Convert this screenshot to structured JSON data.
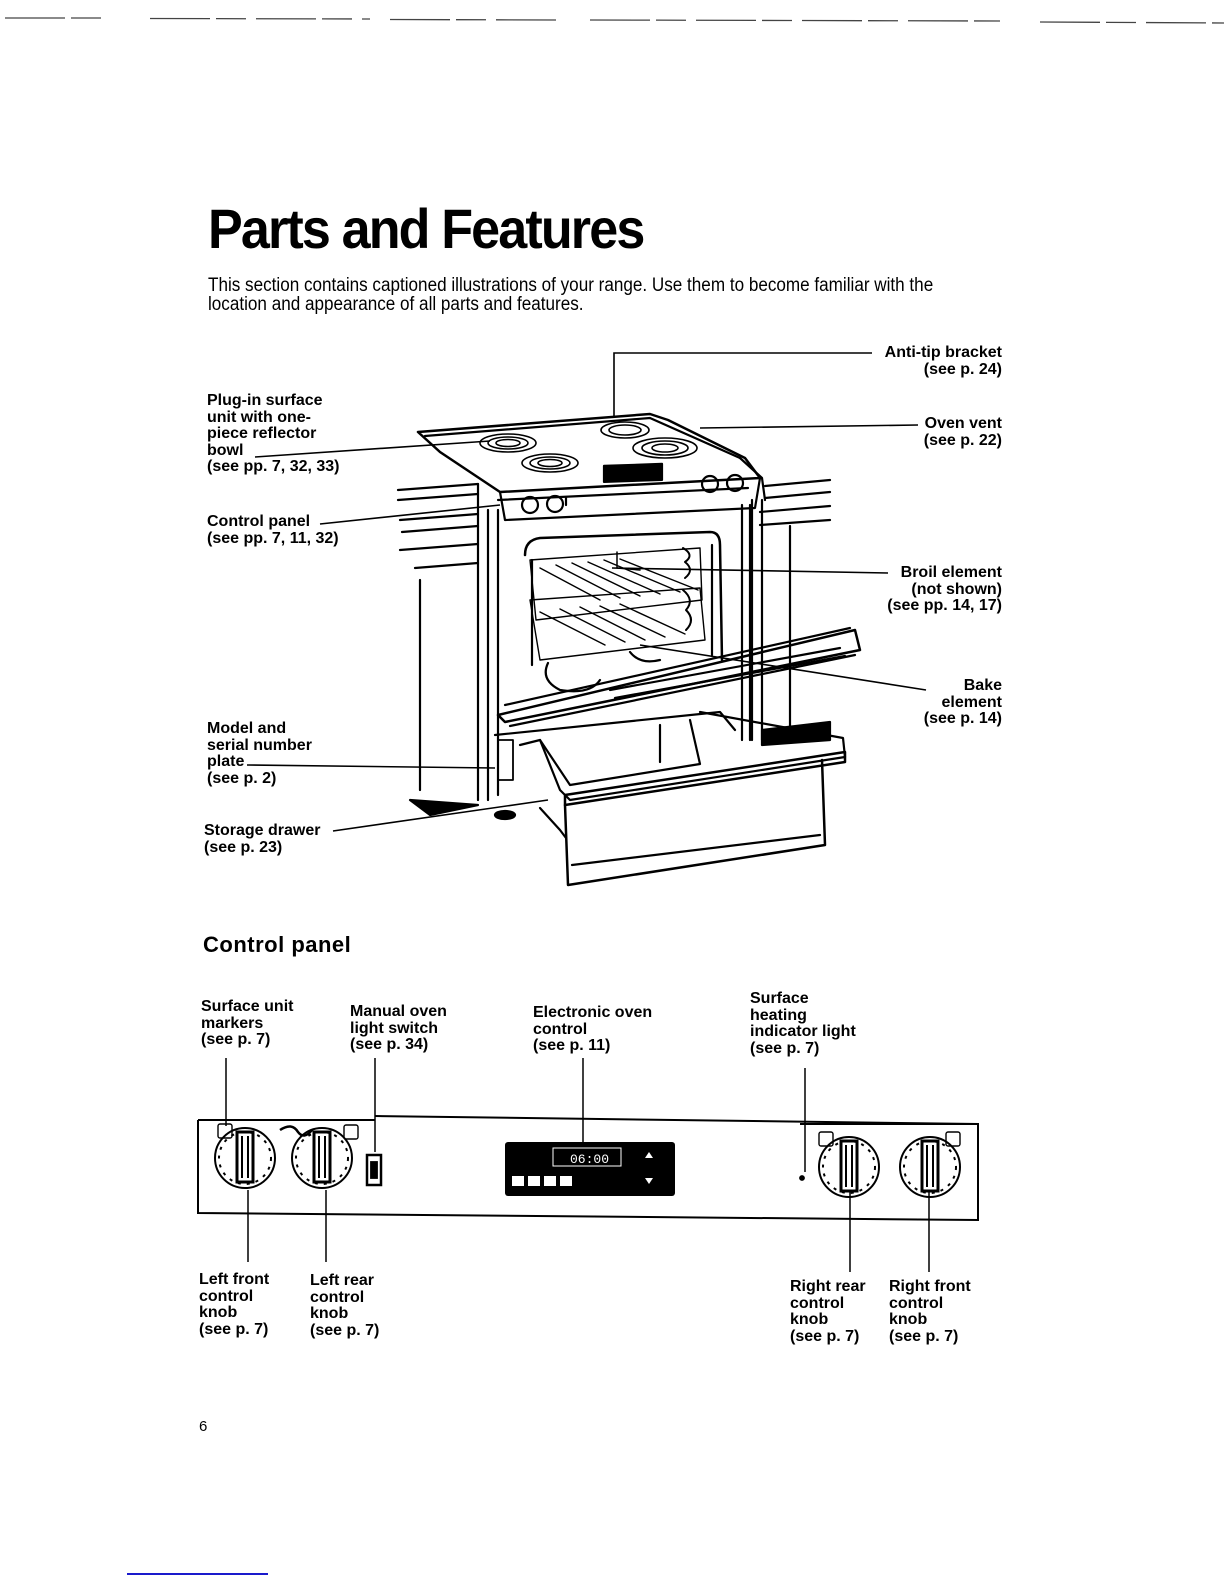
{
  "page": {
    "title": "Parts and Features",
    "intro": "This section contains captioned illustrations of your range. Use them to become familiar with the location and appearance of all parts and features.",
    "page_number": "6"
  },
  "range_illustration": {
    "callouts": [
      {
        "id": "plug-in-surface-unit",
        "lines": [
          "Plug-in surface",
          "unit with one-",
          "piece reflector",
          "bowl"
        ],
        "ref": "(see pp. 7, 32, 33)",
        "side": "left"
      },
      {
        "id": "control-panel",
        "lines": [
          "Control panel"
        ],
        "ref": "(see pp. 7, 11, 32)",
        "side": "left"
      },
      {
        "id": "model-serial-plate",
        "lines": [
          "Model and",
          "serial number",
          "plate"
        ],
        "ref": "(see p. 2)",
        "side": "left"
      },
      {
        "id": "storage-drawer",
        "lines": [
          "Storage drawer"
        ],
        "ref": "(see p. 23)",
        "side": "left"
      },
      {
        "id": "anti-tip-bracket",
        "lines": [
          "Anti-tip bracket"
        ],
        "ref": "(see p. 24)",
        "side": "right"
      },
      {
        "id": "oven-vent",
        "lines": [
          "Oven vent"
        ],
        "ref": "(see p. 22)",
        "side": "right"
      },
      {
        "id": "broil-element",
        "lines": [
          "Broil element",
          "(not shown)"
        ],
        "ref": "(see pp. 14, 17)",
        "side": "right"
      },
      {
        "id": "bake-element",
        "lines": [
          "Bake",
          "element"
        ],
        "ref": "(see p. 14)",
        "side": "right"
      }
    ]
  },
  "control_panel": {
    "heading": "Control panel",
    "top_callouts": [
      {
        "id": "surface-unit-markers",
        "text": "Surface unit\nmarkers\n(see p. 7)"
      },
      {
        "id": "manual-oven-light-switch",
        "text": "Manual oven\nlight switch\n(see p. 34)"
      },
      {
        "id": "electronic-oven-control",
        "text": "Electronic oven\ncontrol\n(see p. 11)"
      },
      {
        "id": "surface-heating-indicator-light",
        "text": "Surface\nheating\nindicator light\n(see p. 7)"
      }
    ],
    "bottom_callouts": [
      {
        "id": "left-front-control-knob",
        "text": "Left front\ncontrol\nknob\n(see p. 7)"
      },
      {
        "id": "left-rear-control-knob",
        "text": "Left rear\ncontrol\nknob\n(see p. 7)"
      },
      {
        "id": "right-rear-control-knob",
        "text": "Right rear\ncontrol\nknob\n(see p. 7)"
      },
      {
        "id": "right-front-control-knob",
        "text": "Right front\ncontrol\nknob\n(see p. 7)"
      }
    ],
    "display": {
      "clock": "06:00"
    }
  },
  "colors": {
    "ink": "#000000",
    "paper": "#ffffff",
    "footer_link": "#1a1acc"
  }
}
